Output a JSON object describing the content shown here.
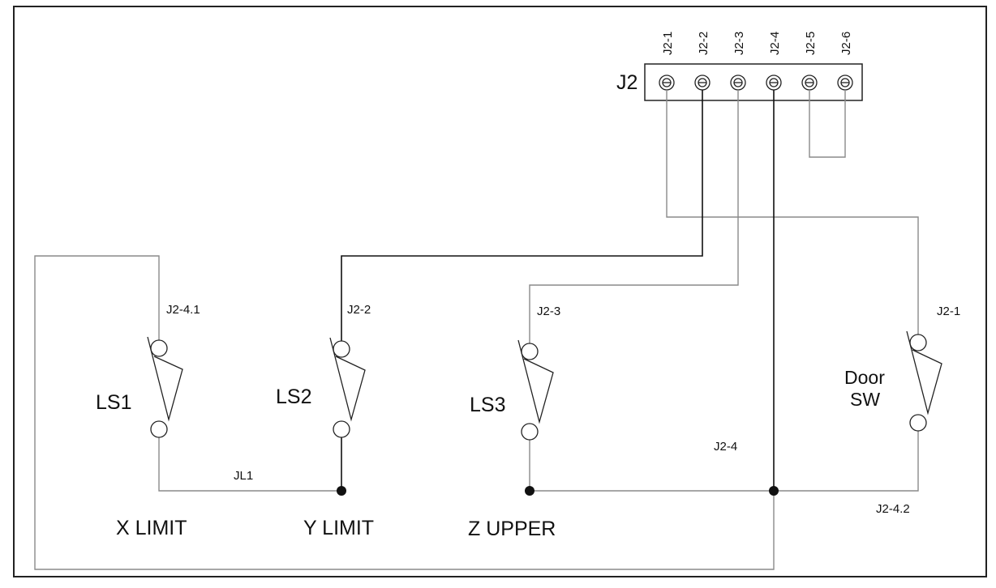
{
  "connector": {
    "name": "J2",
    "pins": [
      "J2-1",
      "J2-2",
      "J2-3",
      "J2-4",
      "J2-5",
      "J2-6"
    ]
  },
  "switches": {
    "ls1": {
      "label": "LS1",
      "function": "X LIMIT",
      "wire_label": "J2-4.1"
    },
    "ls2": {
      "label": "LS2",
      "function": "Y LIMIT",
      "wire_label": "J2-2"
    },
    "ls3": {
      "label": "LS3",
      "function": "Z UPPER",
      "wire_label": "J2-3"
    },
    "door": {
      "label_line1": "Door",
      "label_line2": "SW",
      "wire_label": "J2-1"
    }
  },
  "wire_labels": {
    "jl1": "JL1",
    "j2_4": "J2-4",
    "j2_4_2": "J2-4.2"
  },
  "colors": {
    "wire_dark": "#111111",
    "wire_gray": "#8a8a8a",
    "frame": "#222222"
  }
}
